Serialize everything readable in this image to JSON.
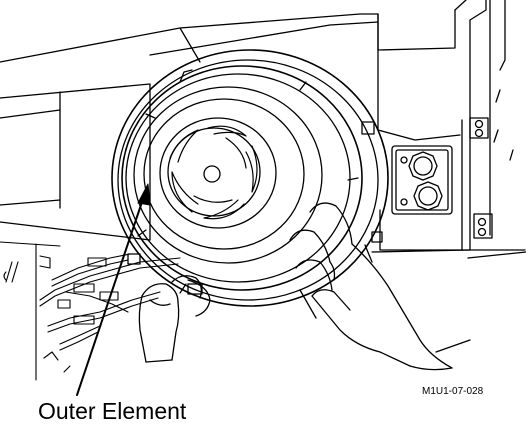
{
  "figure": {
    "subject": "filter-housing-outer-element-removal",
    "callout_label": "Outer Element",
    "figure_code": "M1U1-07-028",
    "colors": {
      "line": "#000000",
      "background": "#ffffff"
    }
  }
}
